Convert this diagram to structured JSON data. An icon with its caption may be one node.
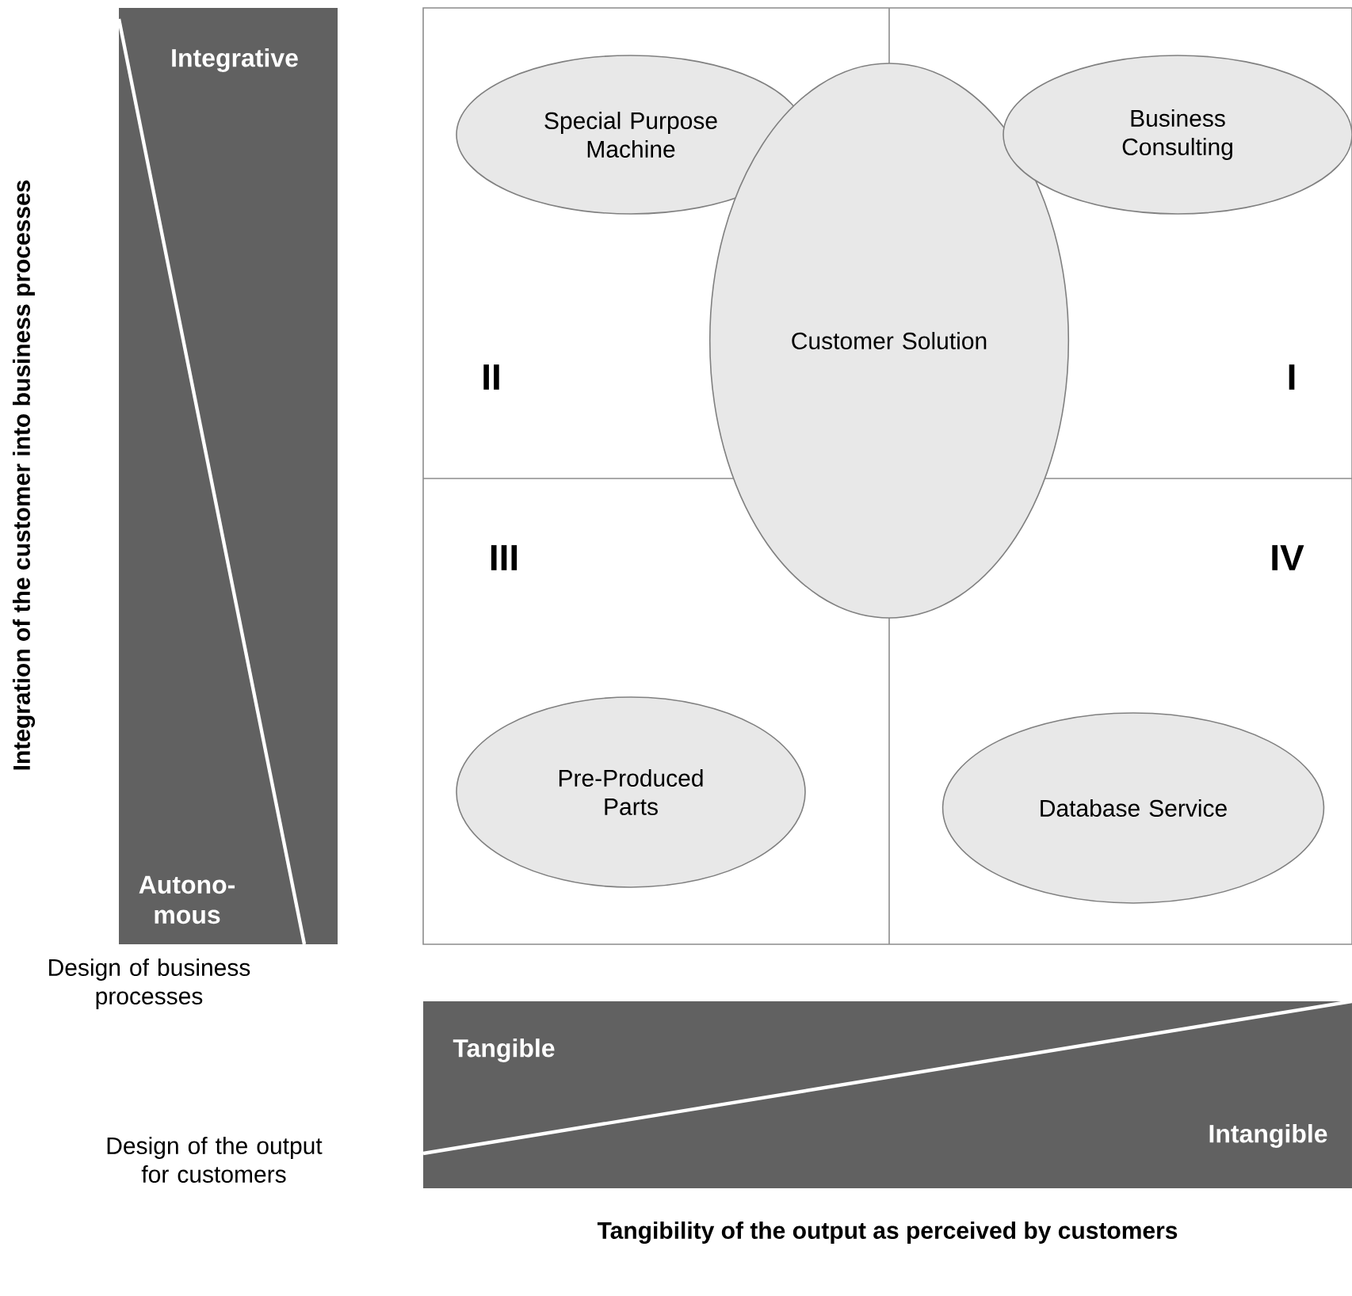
{
  "diagram": {
    "nodes": [
      {
        "text": [
          "Integrative",
          "Autono- mous"
        ]
      },
      {
        "text": [
          "Special Purpose Machine"
        ]
      },
      {
        "text": [
          "Customer Solution"
        ]
      },
      {
        "text": [
          "Business Consulting"
        ]
      },
      {
        "text": [
          "Pre-Produced Parts"
        ]
      },
      {
        "text": [
          "Database Service"
        ]
      },
      {
        "text": [
          "Tangible",
          "Intangible"
        ]
      }
    ],
    "labels": [
      "Integration of the customer into business processes",
      "II",
      "I",
      "III",
      "IV",
      "Design of business processes",
      "Design of the output for customers",
      "Tangibility of the output as perceived by customers"
    ]
  }
}
